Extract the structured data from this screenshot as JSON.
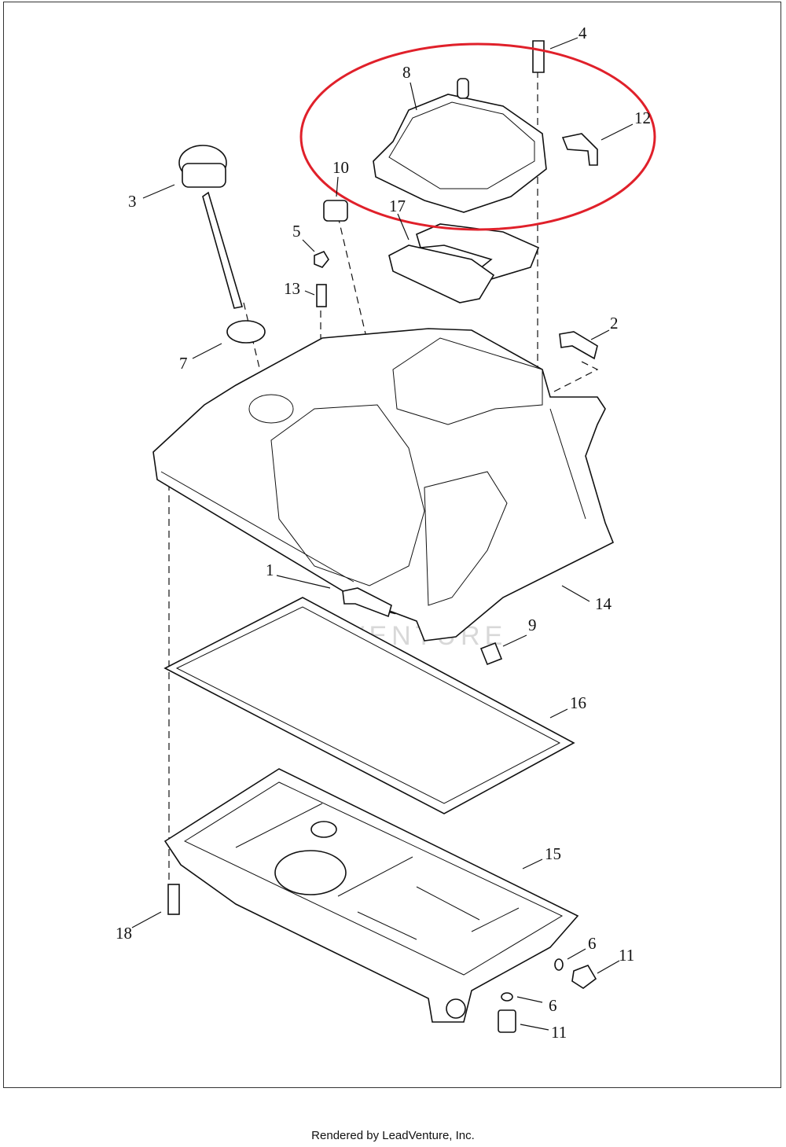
{
  "diagram": {
    "watermark": "LEADVENTURE",
    "callouts": [
      {
        "id": "4",
        "label": "4"
      },
      {
        "id": "8",
        "label": "8"
      },
      {
        "id": "12",
        "label": "12"
      },
      {
        "id": "10",
        "label": "10"
      },
      {
        "id": "3",
        "label": "3"
      },
      {
        "id": "17",
        "label": "17"
      },
      {
        "id": "5",
        "label": "5"
      },
      {
        "id": "13",
        "label": "13"
      },
      {
        "id": "2",
        "label": "2"
      },
      {
        "id": "7",
        "label": "7"
      },
      {
        "id": "1",
        "label": "1"
      },
      {
        "id": "14",
        "label": "14"
      },
      {
        "id": "9",
        "label": "9"
      },
      {
        "id": "16",
        "label": "16"
      },
      {
        "id": "15",
        "label": "15"
      },
      {
        "id": "18",
        "label": "18"
      },
      {
        "id": "6a",
        "label": "6"
      },
      {
        "id": "11a",
        "label": "11"
      },
      {
        "id": "6b",
        "label": "6"
      },
      {
        "id": "11b",
        "label": "11"
      }
    ],
    "highlight_color": "#e0202a"
  },
  "footer": "Rendered by LeadVenture, Inc."
}
